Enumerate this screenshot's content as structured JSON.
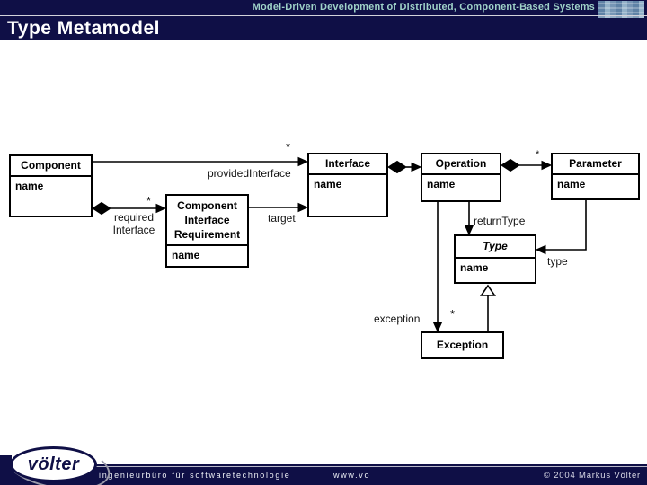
{
  "header": {
    "banner_title": "Model-Driven Development of Distributed, Component-Based Systems",
    "slide_title": "Type Metamodel"
  },
  "diagram": {
    "classes": {
      "component": {
        "name": "Component",
        "attr": "name"
      },
      "cir": {
        "name": "Component Interface Requirement",
        "attr": "name"
      },
      "interface": {
        "name": "Interface",
        "attr": "name"
      },
      "operation": {
        "name": "Operation",
        "attr": "name"
      },
      "parameter": {
        "name": "Parameter",
        "attr": "name"
      },
      "type": {
        "name": "Type",
        "abstract": true,
        "attr": "name"
      },
      "exception": {
        "name": "Exception"
      }
    },
    "labels": {
      "provided_interface": "providedInterface",
      "provided_mult": "*",
      "required_line1": "required",
      "required_line2": "Interface",
      "required_mult": "*",
      "target": "target",
      "return_type": "returnType",
      "type_label": "type",
      "exception_label": "exception",
      "exception_mult": "*",
      "parameter_mult": "*"
    }
  },
  "footer": {
    "logo_text": "völter",
    "tagline": "ingenieurbüro für softwaretechnologie",
    "website": "www.vo",
    "copyright": "© 2004  Markus Völter"
  },
  "colors": {
    "navy": "#0f0f46",
    "banner_text": "#9fd2c8",
    "divider_line": "#d2d2da"
  }
}
